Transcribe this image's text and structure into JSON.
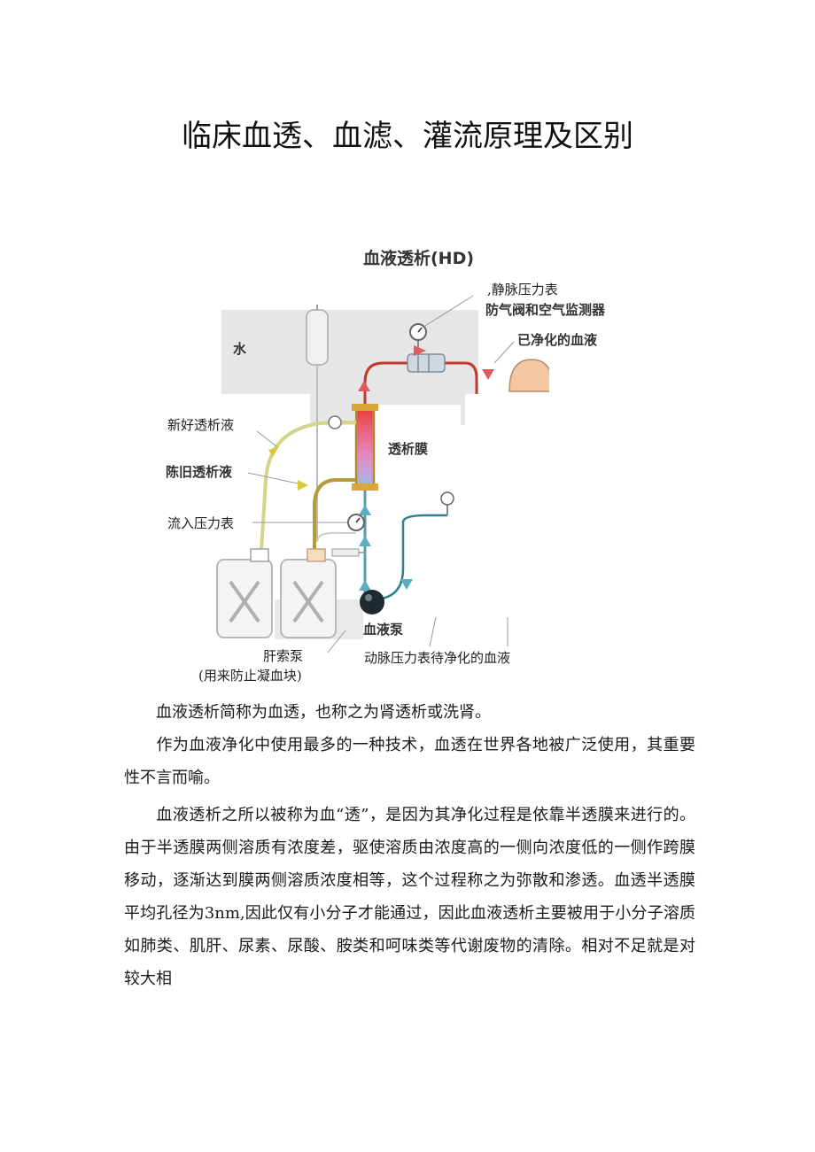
{
  "title": "临床血透、血滤、灌流原理及区别",
  "figure": {
    "heading": "血液透析(HD)",
    "labels": {
      "venous_pressure": ",静脉压力表",
      "air_detector": "防气阀和空气监测器",
      "purified_blood": "已净化的血液",
      "water": "水",
      "fresh_dialysate": "新好透析液",
      "membrane": "透析膜",
      "used_dialysate": "陈旧透析液",
      "inflow_pressure": "流入压力表",
      "blood_pump": "血液泵",
      "heparin_pump": "肝索泵",
      "heparin_note": "(用来防止凝血块)",
      "arterial_pressure": "动脉压力表待净化的血液"
    }
  },
  "paragraphs": [
    "血液透析简称为血透，也称之为肾透析或洗肾。",
    "作为血液净化中使用最多的一种技术，血透在世界各地被广泛使用，其重要性不言而喻。",
    "血液透析之所以被称为血“透”，是因为其净化过程是依靠半透膜来进行的。由于半透膜两侧溶质有浓度差，驱使溶质由浓度高的一侧向浓度低的一侧作跨膜移动，逐渐达到膜两侧溶质浓度相等，这个过程称之为弥散和渗透。血透半透膜平均孔径为3nm,因此仅有小分子才能通过，因此血液透析主要被用于小分子溶质如肺类、肌肝、尿素、尿酸、胺类和呵味类等代谢废物的清除。相对不足就是对较大相"
  ],
  "colors": {
    "blood_line": "#c0392b",
    "fresh_line": "#c9c97a",
    "used_line": "#b59a3a",
    "clean_line": "#2f7f8f",
    "arrow_red": "#e05a5a",
    "arrow_yellow": "#d8c93a",
    "arrow_teal": "#5aaec4",
    "panel": "#e6e6e6",
    "skin": "#f3c7a3"
  },
  "icons": [
    "pressure-gauge-icon",
    "air-detector-icon",
    "dialyzer-icon",
    "blood-pump-icon",
    "canister-icon",
    "patient-head-icon",
    "iv-bag-icon",
    "heparin-syringe-icon"
  ]
}
